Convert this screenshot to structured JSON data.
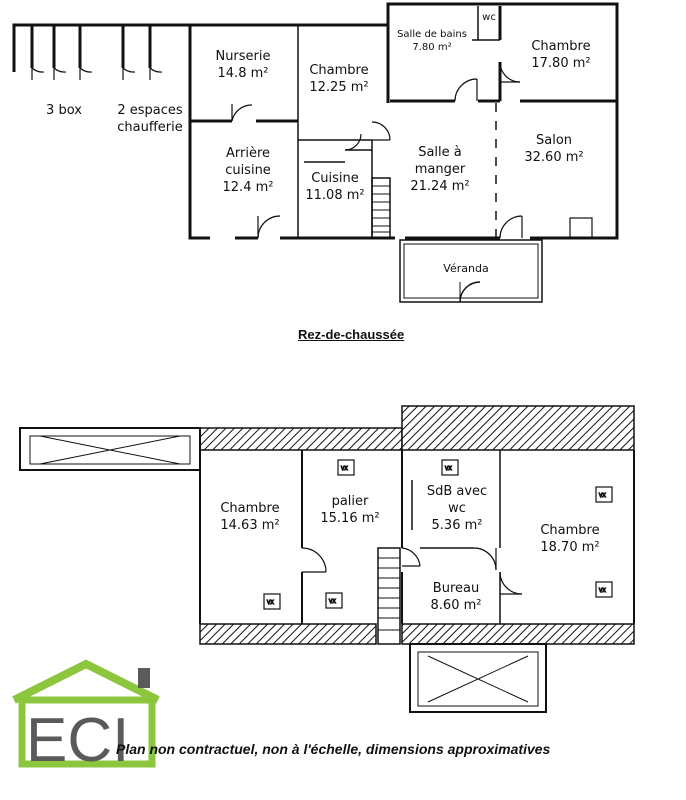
{
  "ground_floor": {
    "title": "Rez-de-chaussée",
    "rooms": [
      {
        "name": "Nurserie",
        "area": "14.8 m²"
      },
      {
        "name": "Chambre",
        "area": "12.25 m²"
      },
      {
        "name": "Salle de bains",
        "area": "7.80 m²"
      },
      {
        "name": "wc"
      },
      {
        "name": "Chambre",
        "area": "17.80 m²"
      },
      {
        "name": "Arrière cuisine",
        "area": "12.4 m²"
      },
      {
        "name": "Cuisine",
        "area": "11.08 m²"
      },
      {
        "name": "Salle à manger",
        "area": "21.24 m²"
      },
      {
        "name": "Salon",
        "area": "32.60 m²"
      },
      {
        "name": "Véranda"
      },
      {
        "name": "3 box"
      },
      {
        "name": "2 espaces chaufferie"
      }
    ]
  },
  "upper_floor": {
    "rooms": [
      {
        "name": "Chambre",
        "area": "14.63 m²"
      },
      {
        "name": "palier",
        "area": "15.16 m²"
      },
      {
        "name": "SdB avec wc",
        "area": "5.36 m²"
      },
      {
        "name": "Chambre",
        "area": "18.70 m²"
      },
      {
        "name": "Bureau",
        "area": "8.60 m²"
      }
    ],
    "vent_label": "VX"
  },
  "disclaimer": "Plan non contractuel, non à l'échelle, dimensions approximatives",
  "logo": {
    "text": "ECI",
    "colors": {
      "green": "#8cc63f",
      "gray": "#5a5a5a"
    }
  }
}
